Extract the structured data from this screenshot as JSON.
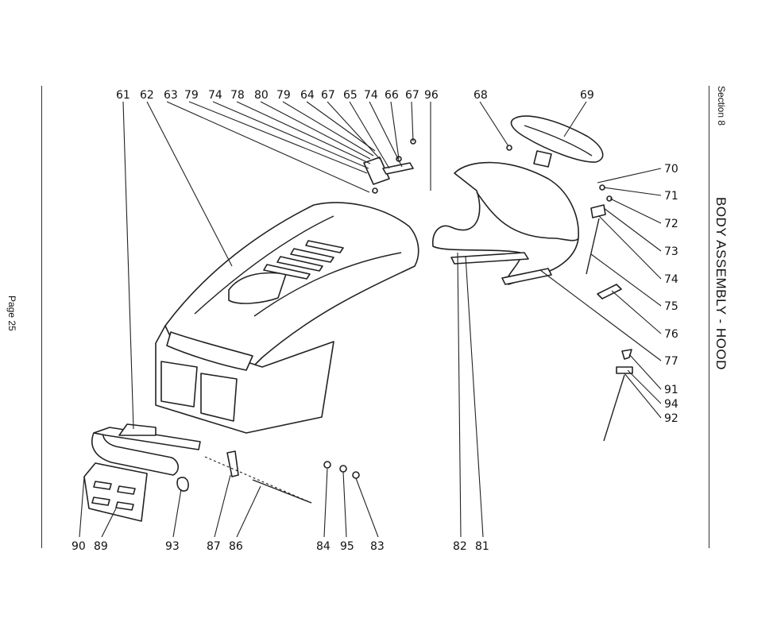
{
  "section_label": "Section 8",
  "title": "BODY ASSEMBLY - HOOD",
  "page_label": "Page 25",
  "callouts": [
    "61",
    "62",
    "63",
    "79",
    "74",
    "78",
    "80",
    "79",
    "64",
    "67",
    "65",
    "74",
    "66",
    "67",
    "96",
    "68",
    "69",
    "70",
    "71",
    "72",
    "73",
    "74",
    "75",
    "76",
    "77",
    "91",
    "94",
    "92",
    "90",
    "89",
    "93",
    "87",
    "86",
    "84",
    "95",
    "83",
    "82",
    "81"
  ]
}
